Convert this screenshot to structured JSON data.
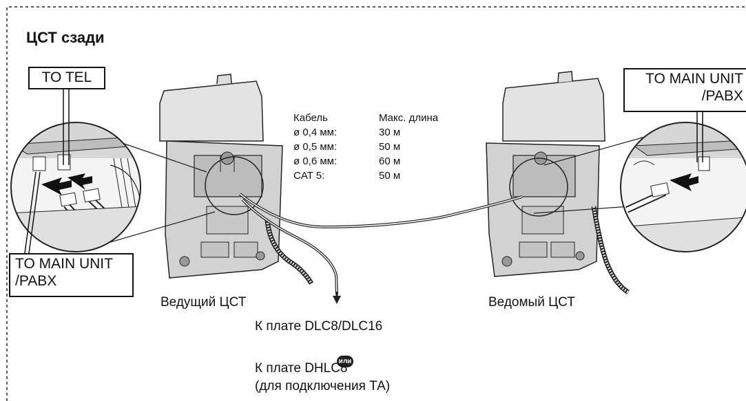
{
  "title": "ЦСТ сзади",
  "labels": {
    "to_tel": "TO TEL",
    "to_main_left_1": "TO MAIN UNIT",
    "to_main_left_2": "/PABX",
    "to_main_right_1": "TO MAIN UNIT",
    "to_main_right_2": "/PABX"
  },
  "cable_table": {
    "header": [
      "Кабель",
      "Макс. длина"
    ],
    "rows": [
      [
        "ø 0,4 мм:",
        "30 м"
      ],
      [
        "ø 0,5 мм:",
        "50 м"
      ],
      [
        "ø 0,6 мм:",
        "60 м"
      ],
      [
        "CAT 5:",
        "50 м"
      ]
    ]
  },
  "captions": {
    "master": "Ведущий ЦСТ",
    "slave": "Ведомый ЦСТ"
  },
  "connection": {
    "line1": "К плате DLC8/DLC16",
    "or": "или",
    "line2": "К плате DHLC8",
    "line3": "(для подключения ТА)"
  }
}
